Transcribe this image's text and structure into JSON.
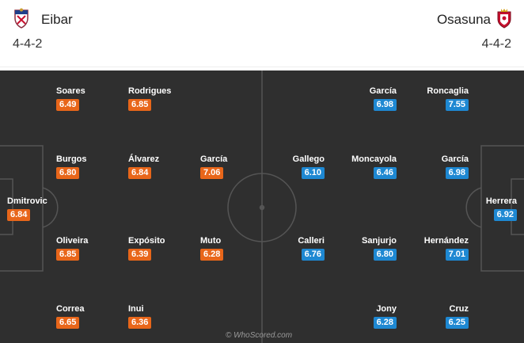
{
  "home": {
    "name": "Eibar",
    "formation": "4-4-2",
    "color": "#e8661a",
    "players": [
      {
        "name": "Soares",
        "rating": "6.49"
      },
      {
        "name": "Rodrigues",
        "rating": "6.85"
      },
      {
        "name": "Burgos",
        "rating": "6.80"
      },
      {
        "name": "Álvarez",
        "rating": "6.84"
      },
      {
        "name": "García",
        "rating": "7.06"
      },
      {
        "name": "Dmitrovic",
        "rating": "6.84"
      },
      {
        "name": "Oliveira",
        "rating": "6.85"
      },
      {
        "name": "Expósito",
        "rating": "6.39"
      },
      {
        "name": "Muto",
        "rating": "6.28"
      },
      {
        "name": "Correa",
        "rating": "6.65"
      },
      {
        "name": "Inui",
        "rating": "6.36"
      }
    ]
  },
  "away": {
    "name": "Osasuna",
    "formation": "4-4-2",
    "color": "#1e88d2",
    "players": [
      {
        "name": "García",
        "rating": "6.98"
      },
      {
        "name": "Roncaglia",
        "rating": "7.55"
      },
      {
        "name": "Gallego",
        "rating": "6.10"
      },
      {
        "name": "Moncayola",
        "rating": "6.46"
      },
      {
        "name": "García",
        "rating": "6.98"
      },
      {
        "name": "Herrera",
        "rating": "6.92"
      },
      {
        "name": "Calleri",
        "rating": "6.76"
      },
      {
        "name": "Sanjurjo",
        "rating": "6.80"
      },
      {
        "name": "Hernández",
        "rating": "7.01"
      },
      {
        "name": "Jony",
        "rating": "6.28"
      },
      {
        "name": "Cruz",
        "rating": "6.25"
      }
    ]
  },
  "pitch": {
    "color": "#2f2f2f",
    "line_color": "#5a5a5a"
  },
  "watermark": "© WhoScored.com"
}
